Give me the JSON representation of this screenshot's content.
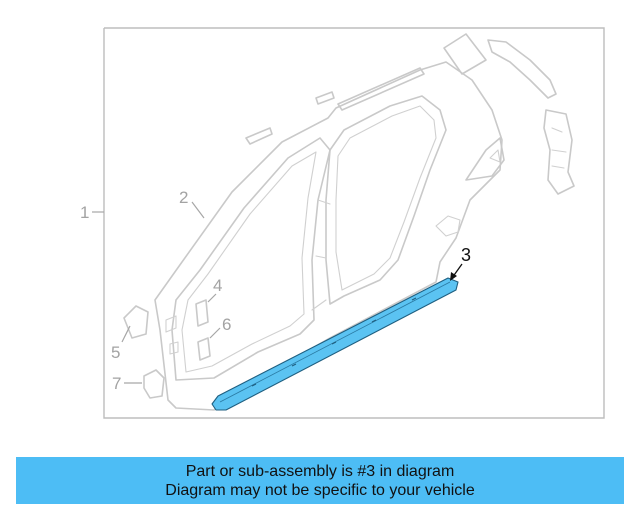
{
  "diagram": {
    "frame_label": "1",
    "callouts": [
      {
        "id": "2",
        "label": "2"
      },
      {
        "id": "3",
        "label": "3"
      },
      {
        "id": "4",
        "label": "4"
      },
      {
        "id": "5",
        "label": "5"
      },
      {
        "id": "6",
        "label": "6"
      },
      {
        "id": "7",
        "label": "7"
      }
    ],
    "highlighted_part": "3",
    "highlight_color": "#5bc3f2"
  },
  "banner": {
    "line1": "Part or sub-assembly is #3 in diagram",
    "line2": "Diagram may not be specific to your vehicle",
    "background": "#4dbdf5"
  }
}
